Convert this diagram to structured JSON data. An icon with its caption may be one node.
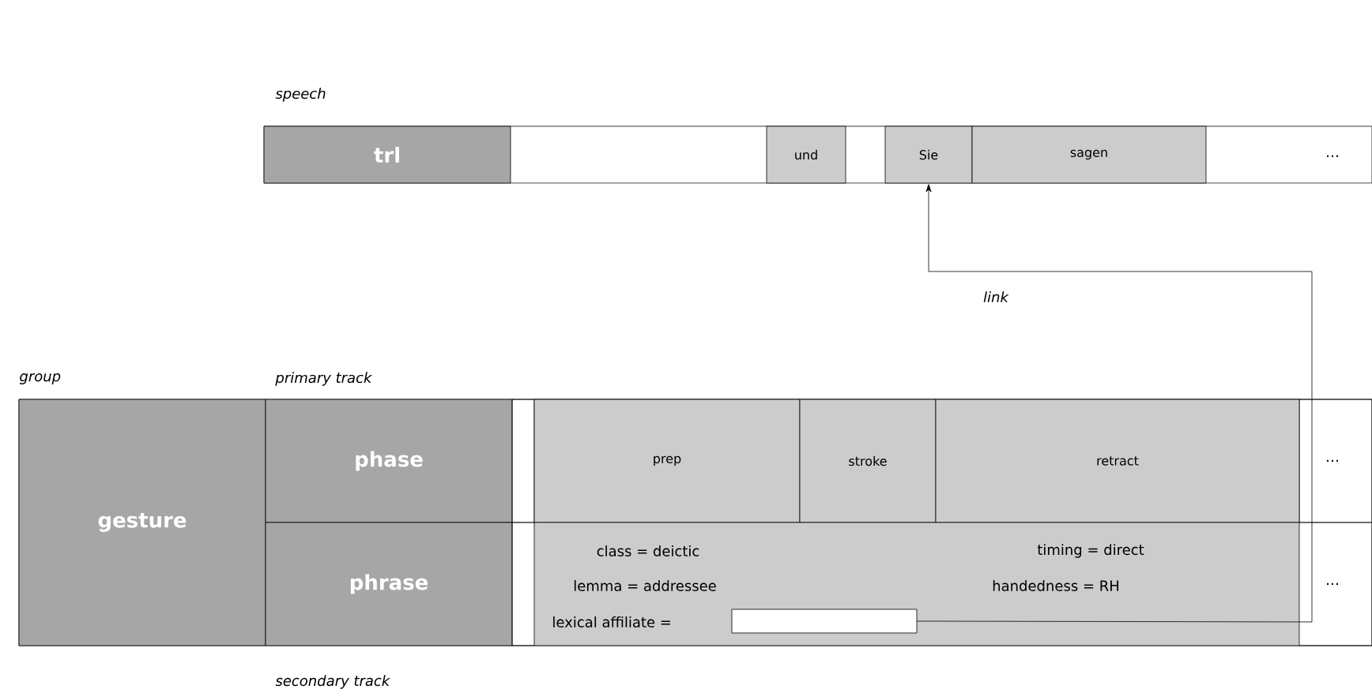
{
  "diagram": {
    "nodes": [
      {
        "text": [
          "…"
        ]
      },
      {
        "text": [
          "trl"
        ],
        "in": 0
      },
      {
        "text": [
          "und"
        ],
        "in": 0
      },
      {
        "text": [
          "Sie"
        ],
        "in": 0
      },
      {
        "text": [
          "sagen"
        ],
        "in": 0
      },
      {
        "text": [],
        "shape": "box"
      },
      {
        "text": [
          "gesture"
        ],
        "in": 5
      },
      {
        "text": [
          "phase"
        ],
        "in": 5
      },
      {
        "text": [
          "phrase"
        ],
        "in": 5
      },
      {
        "text": [
          "…"
        ],
        "in": 5
      },
      {
        "text": [
          "prep"
        ],
        "in": 9
      },
      {
        "text": [
          "stroke"
        ],
        "in": 9
      },
      {
        "text": [
          "retract"
        ],
        "in": 9
      },
      {
        "text": [
          "class = deictic",
          "lemma = addressee",
          "timing = direct",
          "handedness = RH",
          "lexical affiliate =",
          "…"
        ],
        "in": 5
      },
      {
        "text": [],
        "shape": "box",
        "in": 13
      }
    ],
    "edges": [
      {
        "from": 14,
        "to": 3,
        "arrow": "to",
        "label": "link"
      }
    ],
    "labels": [
      "speech",
      "group",
      "primary track",
      "secondary track"
    ]
  }
}
